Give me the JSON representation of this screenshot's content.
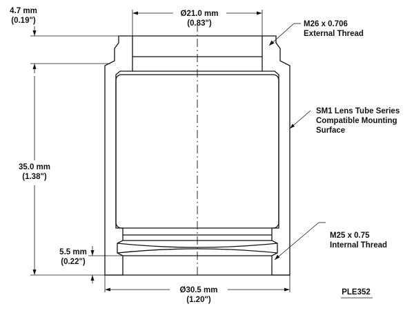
{
  "dimensions": {
    "inner_diameter": {
      "metric": "Ø21.0 mm",
      "imperial": "(0.83\")"
    },
    "outer_diameter": {
      "metric": "Ø30.5 mm",
      "imperial": "(1.20\")"
    },
    "top_height": {
      "metric": "4.7 mm",
      "imperial": "(0.19\")"
    },
    "body_height": {
      "metric": "35.0 mm",
      "imperial": "(1.38\")"
    },
    "bottom_depth": {
      "metric": "5.5 mm",
      "imperial": "(0.22\")"
    }
  },
  "callouts": {
    "external_thread": {
      "line1": "M26 x 0.706",
      "line2": "External Thread"
    },
    "mounting_surface": {
      "line1": "SM1 Lens Tube Series",
      "line2": "Compatible Mounting",
      "line3": "Surface"
    },
    "internal_thread": {
      "line1": "M25 x 0.75",
      "line2": "Internal Thread"
    }
  },
  "part_number": "PLE352",
  "colors": {
    "line": "#111111",
    "background": "#ffffff"
  }
}
